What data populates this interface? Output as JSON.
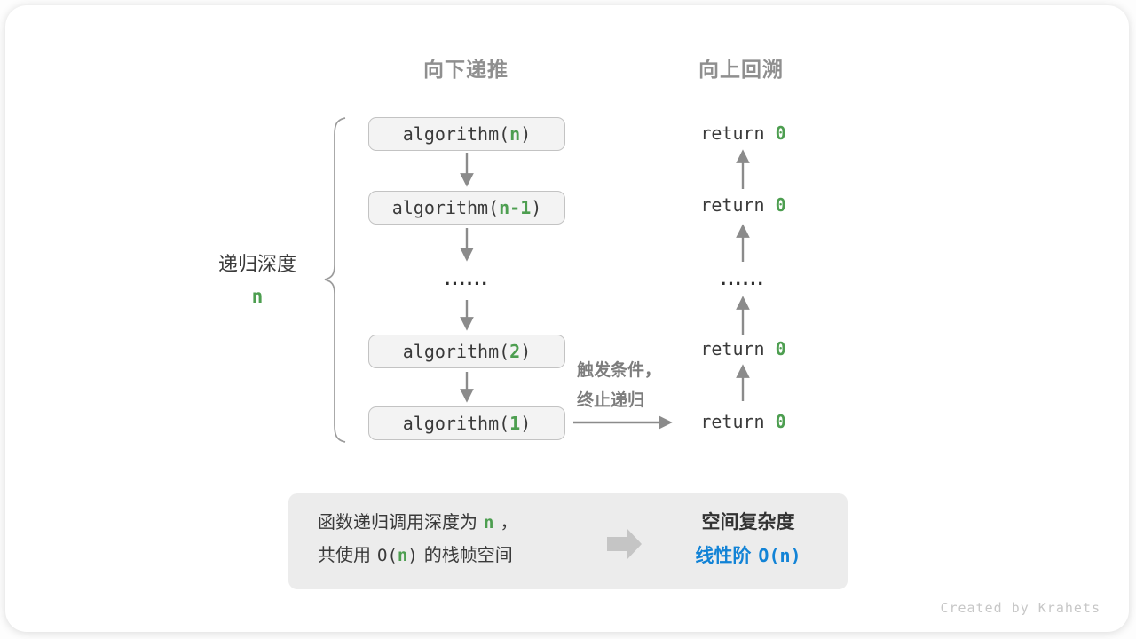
{
  "header": {
    "left_title": "向下递推",
    "right_title": "向上回溯"
  },
  "depth": {
    "label": "递归深度",
    "value": "n"
  },
  "calls": [
    {
      "pre": "algorithm(",
      "arg": "n",
      "post": ")"
    },
    {
      "pre": "algorithm(",
      "arg": "n-1",
      "post": ")"
    },
    {
      "pre": "algorithm(",
      "arg": "2",
      "post": ")"
    },
    {
      "pre": "algorithm(",
      "arg": "1",
      "post": ")"
    }
  ],
  "calls_ellipsis": "······",
  "returns": [
    {
      "pre": "return",
      "val": "0"
    },
    {
      "pre": "return",
      "val": "0"
    },
    {
      "pre": "return",
      "val": "0"
    },
    {
      "pre": "return",
      "val": "0"
    }
  ],
  "returns_ellipsis": "······",
  "annotation": {
    "line1": "触发条件，",
    "line2": "终止递归"
  },
  "summary": {
    "line1": {
      "t1": "函数递归调用深度为",
      "arg": "n",
      "t2": "，"
    },
    "line2": {
      "t1": "共使用",
      "o_pre": "O(",
      "arg": "n",
      "o_post": ")",
      "t2": "的栈帧空间"
    },
    "result_title": "空间复杂度",
    "result_prefix": "线性阶",
    "result_bigo": "O(n)"
  },
  "credit": "Created by Krahets",
  "colors": {
    "green_accent": "#4d9e50",
    "blue_accent": "#1283d6",
    "arrow_gray": "#8b8b8b"
  }
}
